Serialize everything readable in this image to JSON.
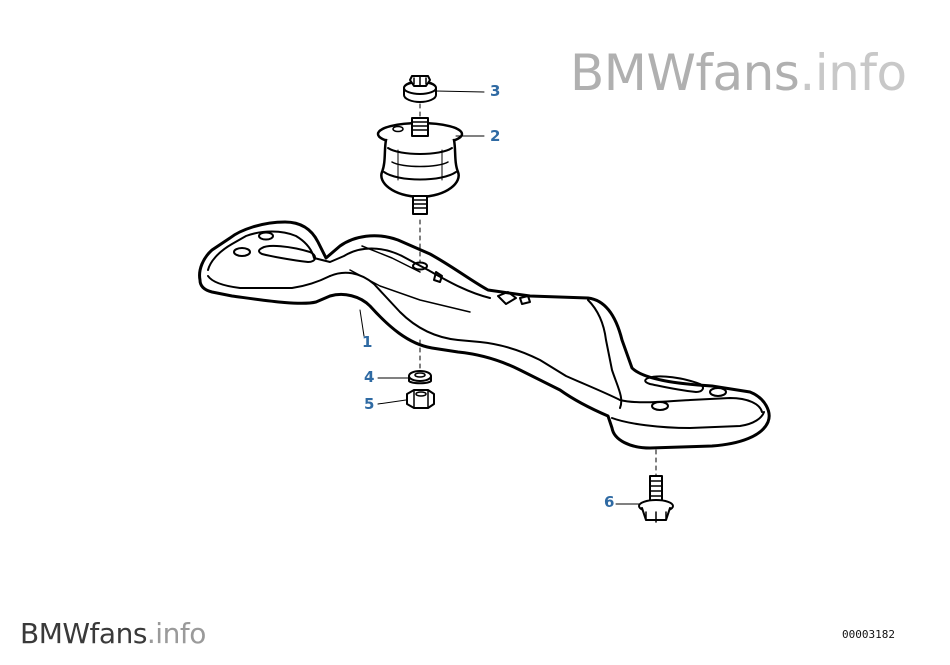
{
  "watermark": {
    "brand": "BMWfans",
    "tld": ".info"
  },
  "diagram_code": "00003182",
  "callouts": [
    {
      "id": "label-1",
      "text": "1"
    },
    {
      "id": "label-2",
      "text": "2"
    },
    {
      "id": "label-3",
      "text": "3"
    },
    {
      "id": "label-4",
      "text": "4"
    },
    {
      "id": "label-5",
      "text": "5"
    },
    {
      "id": "label-6",
      "text": "6"
    }
  ],
  "colors": {
    "callout": "#2f6aa3",
    "line": "#000000",
    "watermark": "#b8b8b8"
  }
}
